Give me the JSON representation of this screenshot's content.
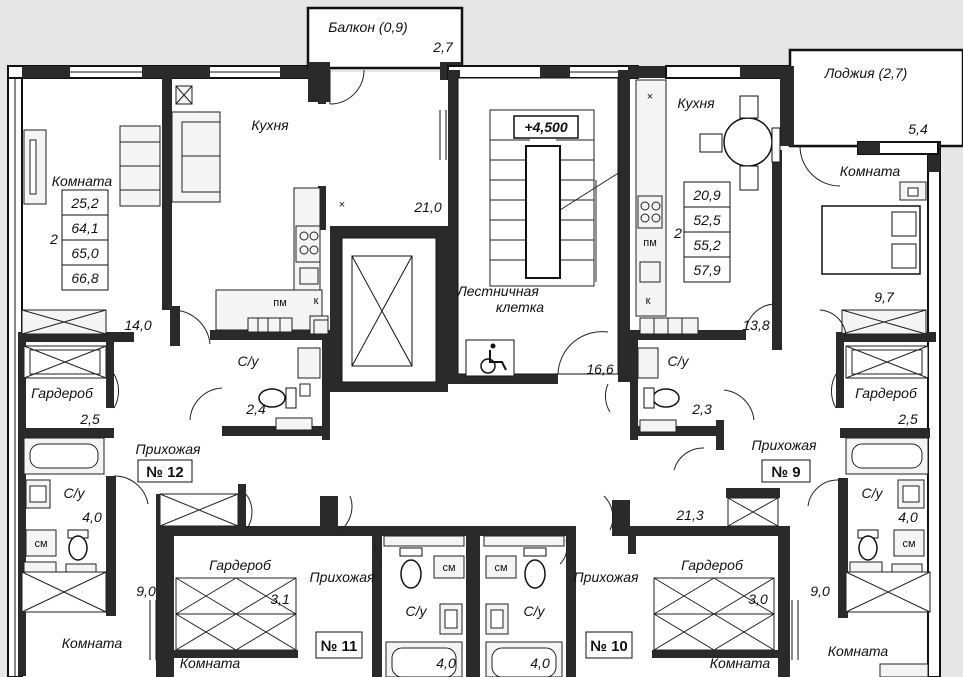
{
  "balcony": {
    "label": "Балкон (0,9)",
    "area": "2,7"
  },
  "loggia": {
    "label": "Лоджия (2,7)",
    "area": "5,4"
  },
  "level_mark": "+4,500",
  "stair": {
    "label_line1": "Лестничная",
    "label_line2": "клетка",
    "area": "16,6"
  },
  "apt12": {
    "kitchen": "Кухня",
    "kitchen_area": "21,0",
    "room": "Комната",
    "room_area": "14,0",
    "rooms_count": "2",
    "areas": [
      "25,2",
      "64,1",
      "65,0",
      "66,8"
    ],
    "wardrobe": "Гардероб",
    "wardrobe_area": "2,5",
    "bath_top": "С/у",
    "bath_top_area": "2,4",
    "bath_left": "С/у",
    "bath_left_area": "4,0",
    "hall": "Прихожая",
    "badge": "№ 12",
    "room2_area": "9,0",
    "room2": "Комната",
    "sm1": "пм",
    "sm2": "к",
    "sm3": "см",
    "sm4": "×"
  },
  "apt9": {
    "kitchen": "Кухня",
    "room": "Комната",
    "room_area": "13,8",
    "room_area2": "9,7",
    "rooms_count": "2",
    "areas": [
      "20,9",
      "52,5",
      "55,2",
      "57,9"
    ],
    "wardrobe": "Гардероб",
    "wardrobe_area": "2,5",
    "bath_top": "С/у",
    "bath_top_area": "2,3",
    "bath_right": "С/у",
    "bath_right_area": "4,0",
    "hall": "Прихожая",
    "hall_area": "21,3",
    "badge": "№ 9",
    "room2_area": "9,0",
    "room2": "Комната",
    "sm1": "пм",
    "sm2": "к",
    "sm3": "см",
    "sm4": "×"
  },
  "apt11": {
    "wardrobe": "Гардероб",
    "wardrobe_area": "3,1",
    "hall": "Прихожая",
    "bath": "С/у",
    "bath_area": "4,0",
    "badge": "№ 11",
    "room": "Комната",
    "sm": "см"
  },
  "apt10": {
    "wardrobe": "Гардероб",
    "wardrobe_area": "3,0",
    "hall": "Прихожая",
    "bath": "С/у",
    "bath_area": "4,0",
    "badge": "№ 10",
    "room": "Комната",
    "sm": "см"
  },
  "colors": {
    "background": "#e6e6e6",
    "wall": "#111111",
    "room_fill": "#ffffff"
  },
  "icons": [
    "wheelchair-icon",
    "toilet-icon",
    "sink-icon",
    "stove-icon",
    "bed-icon",
    "sofa-icon",
    "table-icon",
    "bathtub-icon"
  ]
}
